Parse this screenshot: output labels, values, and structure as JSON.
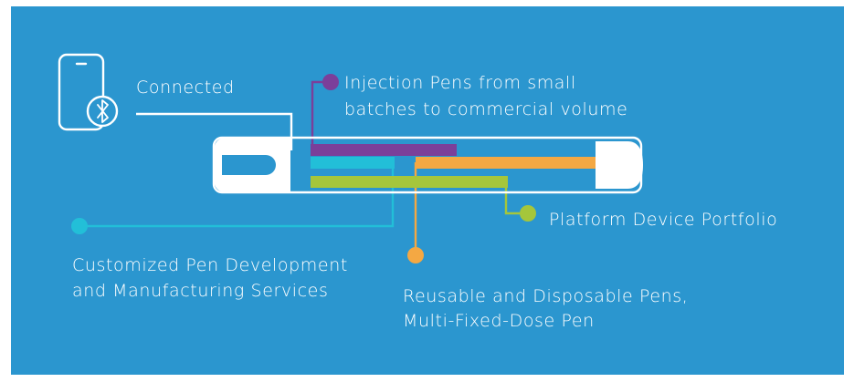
{
  "colors": {
    "background": "#2b96cf",
    "white": "#ffffff",
    "purple": "#7b3f9a",
    "cyan": "#22bfd8",
    "orange": "#f4a843",
    "green": "#a5c63b"
  },
  "icons": {
    "phone": "smartphone-bluetooth-icon"
  },
  "labels": {
    "connected": "Connected",
    "injection_line1": "Injection Pens from small",
    "injection_line2": "batches to commercial volume",
    "platform": "Platform Device Portfolio",
    "customized_line1": "Customized Pen Development",
    "customized_line2": "and Manufacturing Services",
    "reusable_line1": "Reusable and Disposable Pens,",
    "reusable_line2": "Multi-Fixed-Dose Pen"
  }
}
